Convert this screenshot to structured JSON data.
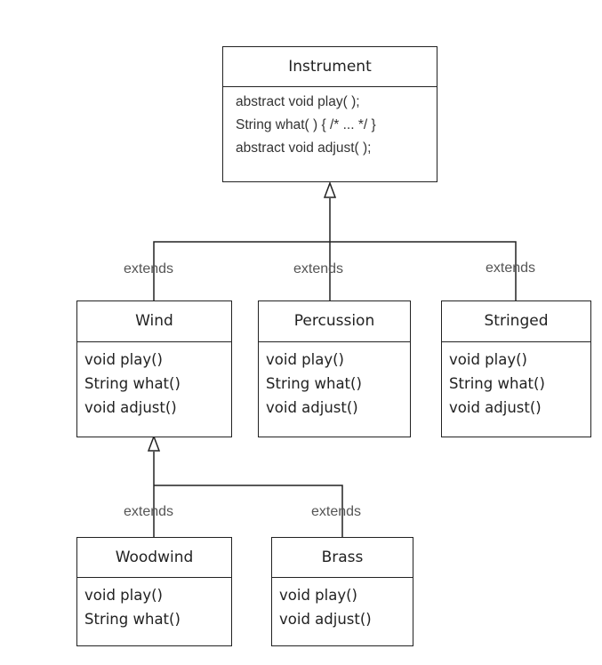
{
  "classes": {
    "instrument": {
      "name": "Instrument",
      "members": [
        "abstract void play( );",
        "String what( ) { /* ... */ }",
        "abstract void adjust( );"
      ]
    },
    "wind": {
      "name": "Wind",
      "members": [
        "void play()",
        "String what()",
        "void adjust()"
      ]
    },
    "percussion": {
      "name": "Percussion",
      "members": [
        "void play()",
        "String what()",
        "void adjust()"
      ]
    },
    "stringed": {
      "name": "Stringed",
      "members": [
        "void play()",
        "String what()",
        "void adjust()"
      ]
    },
    "woodwind": {
      "name": "Woodwind",
      "members": [
        "void play()",
        "String what()"
      ]
    },
    "brass": {
      "name": "Brass",
      "members": [
        "void play()",
        "void adjust()"
      ]
    }
  },
  "relations": {
    "wind_extends": "extends",
    "percussion_extends": "extends",
    "stringed_extends": "extends",
    "woodwind_extends": "extends",
    "brass_extends": "extends"
  }
}
